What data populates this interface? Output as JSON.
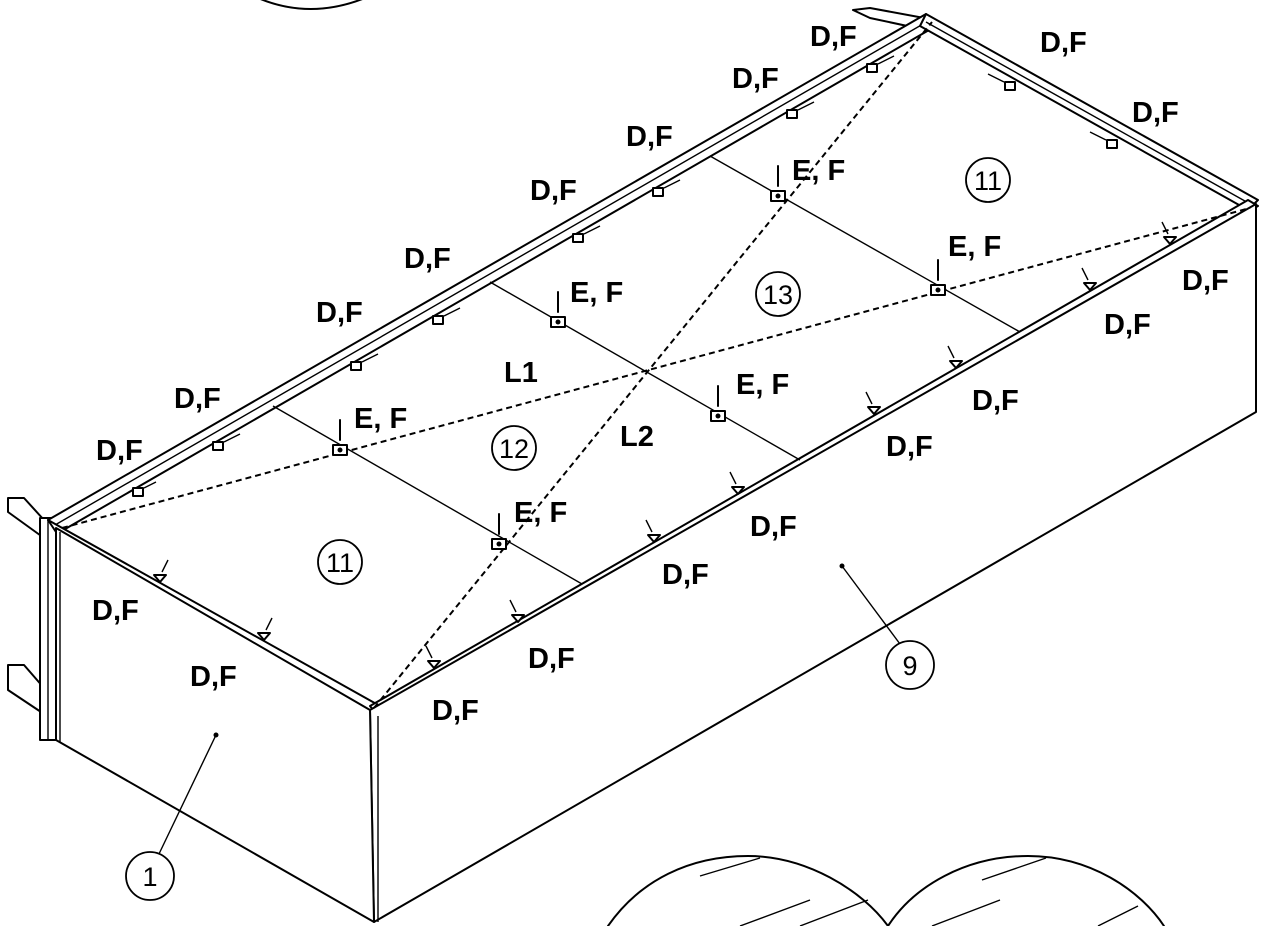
{
  "fastener_labels": {
    "df": "D,F",
    "ef": "E, F"
  },
  "dimension_labels": {
    "l1": "L1",
    "l2": "L2"
  },
  "part_numbers": {
    "p1": "1",
    "p9": "9",
    "p11": "11",
    "p12": "12",
    "p13": "13"
  },
  "colors": {
    "line": "#000000",
    "background": "#ffffff"
  }
}
